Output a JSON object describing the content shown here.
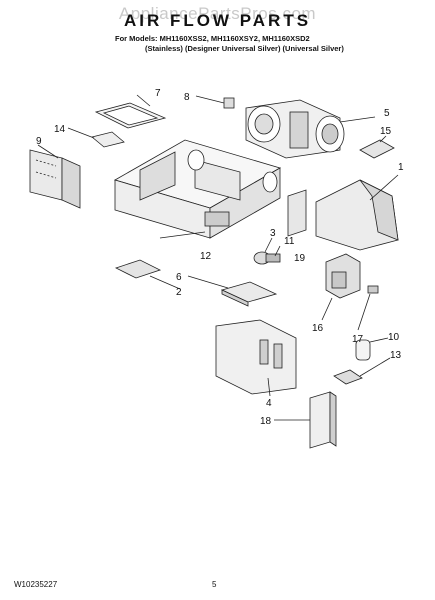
{
  "watermark": "AppliancePartsPros.com",
  "title": "AIR FLOW PARTS",
  "models": {
    "line1": "For Models: MH1160XSS2, MH1160XSY2, MH1160XSD2",
    "line2": "(Stainless) (Designer Universal Silver) (Universal Silver)"
  },
  "callouts": [
    "1",
    "2",
    "3",
    "4",
    "5",
    "6",
    "7",
    "8",
    "9",
    "10",
    "11",
    "12",
    "13",
    "14",
    "15",
    "16",
    "17",
    "18",
    "19"
  ],
  "footer": {
    "doc_number": "W10235227",
    "page": "5"
  }
}
